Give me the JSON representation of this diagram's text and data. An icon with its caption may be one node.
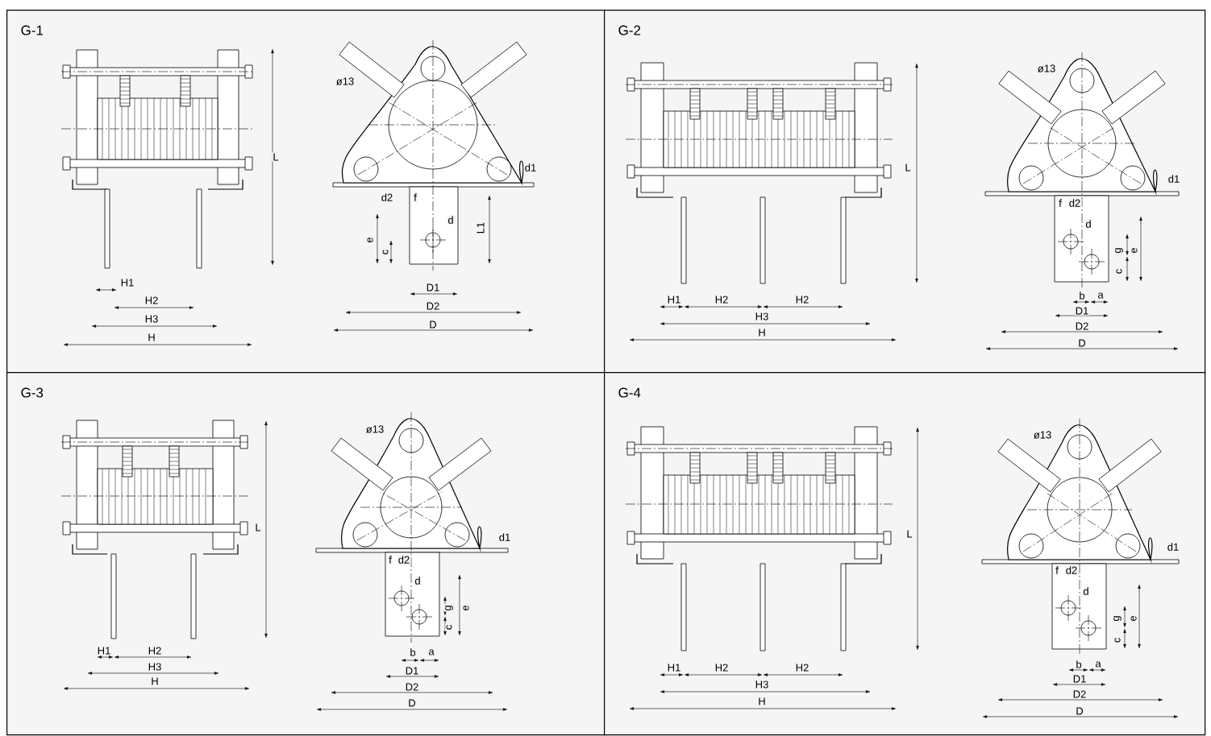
{
  "diagram": {
    "nodes": [
      {
        "text": [
          "G-1"
        ]
      },
      {
        "text": [
          "G-2"
        ]
      },
      {
        "text": [
          "G-3"
        ]
      },
      {
        "text": [
          "G-4"
        ]
      }
    ],
    "labels": [
      "L",
      "H1",
      "H2",
      "H3",
      "H",
      "ø13",
      "d1",
      "d2",
      "f",
      "d",
      "e",
      "L1",
      "c",
      "D1",
      "D2",
      "D",
      "L",
      "H1",
      "H2",
      "H2",
      "H3",
      "H",
      "ø13",
      "d1",
      "f",
      "d2",
      "d",
      "g",
      "e",
      "c",
      "b",
      "a",
      "D1",
      "D2",
      "D",
      "L",
      "H1",
      "H2",
      "H3",
      "H",
      "ø13",
      "d1",
      "f",
      "d2",
      "d",
      "g",
      "e",
      "c",
      "b",
      "a",
      "D1",
      "D2",
      "D",
      "L",
      "H1",
      "H2",
      "H2",
      "H3",
      "H",
      "ø13",
      "d1",
      "f",
      "d2",
      "d",
      "g",
      "e",
      "c",
      "b",
      "a",
      "D1",
      "D2",
      "D"
    ]
  }
}
